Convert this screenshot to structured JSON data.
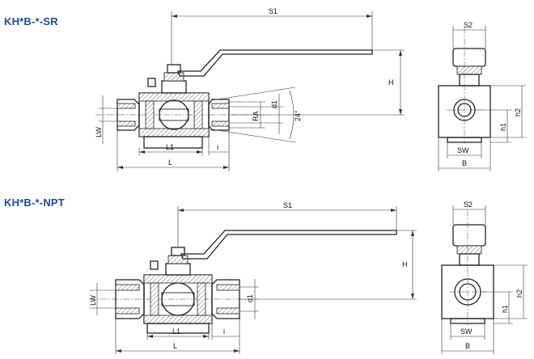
{
  "diagram_1": {
    "title": "KH*B-*-SR",
    "labels": {
      "s1": "S1",
      "s2": "S2",
      "h": "H",
      "h1": "h1",
      "h2": "h2",
      "l": "L",
      "l1": "L1",
      "i": "i",
      "lw": "LW",
      "ra": "RA",
      "d1": "d1",
      "sw": "SW",
      "b": "B",
      "angle": "24°"
    }
  },
  "diagram_2": {
    "title": "KH*B-*-NPT",
    "labels": {
      "s1": "S1",
      "s2": "S2",
      "h": "H",
      "h1": "h1",
      "h2": "h2",
      "l": "L",
      "l1": "L1",
      "i": "i",
      "lw": "LW",
      "d1": "d1",
      "sw": "SW",
      "b": "B"
    }
  }
}
